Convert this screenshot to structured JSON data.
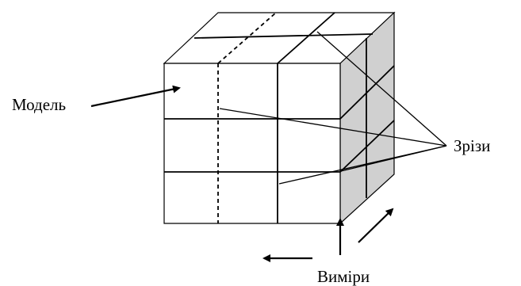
{
  "labels": {
    "model": "Модель",
    "slices": "Зрізи",
    "dimensions": "Виміри"
  },
  "colors": {
    "stroke": "#000000",
    "side_fill": "#d0d0d0",
    "background": "#ffffff"
  }
}
